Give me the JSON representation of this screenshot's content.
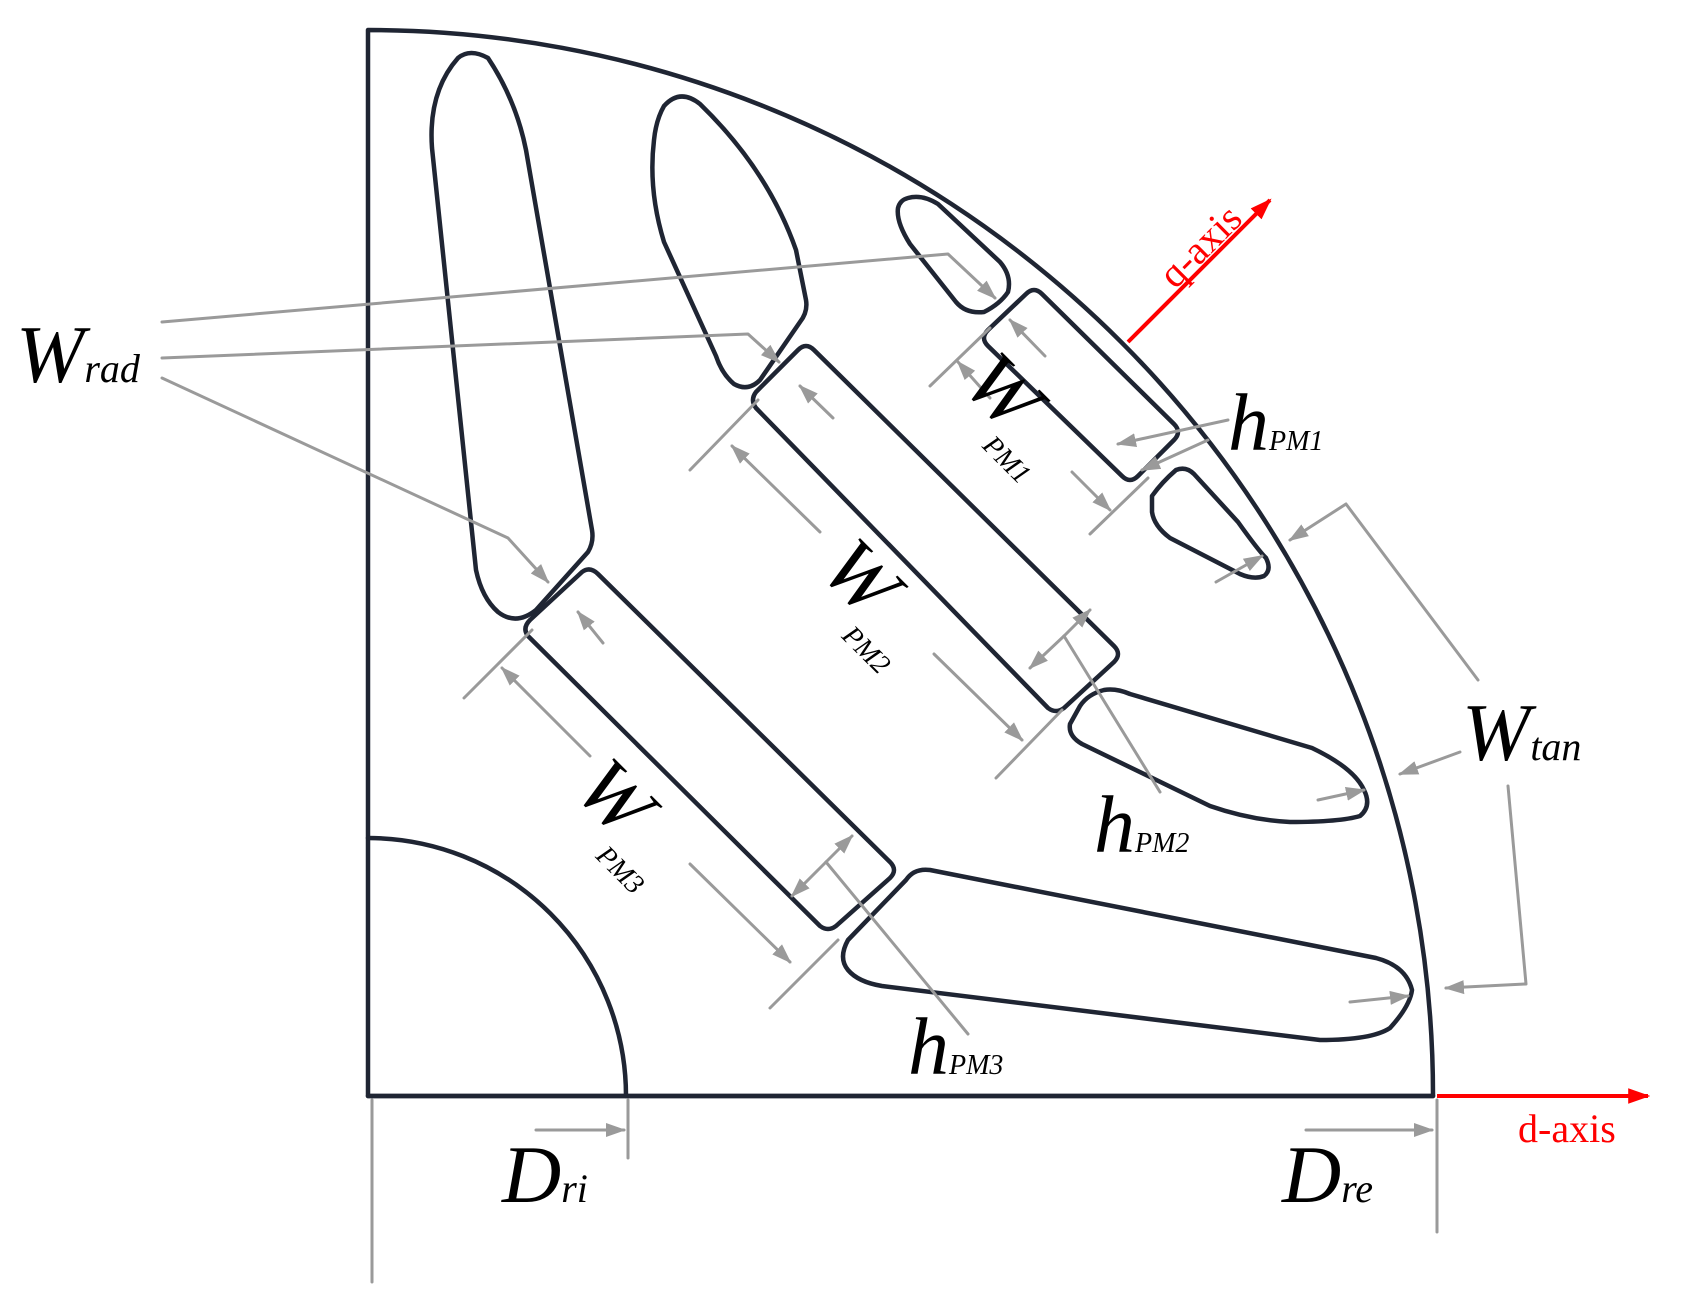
{
  "axes": {
    "q_axis_label": "q-axis",
    "d_axis_label": "d-axis",
    "axis_color": "#ff0000"
  },
  "labels": {
    "w_rad": {
      "main": "W",
      "sub": "rad"
    },
    "w_tan": {
      "main": "W",
      "sub": "tan"
    },
    "w_pm1": {
      "main": "W",
      "sub": "PM1"
    },
    "w_pm2": {
      "main": "W",
      "sub": "PM2"
    },
    "w_pm3": {
      "main": "W",
      "sub": "PM3"
    },
    "h_pm1": {
      "main": "h",
      "sub": "PM1"
    },
    "h_pm2": {
      "main": "h",
      "sub": "PM2"
    },
    "h_pm3": {
      "main": "h",
      "sub": "PM3"
    },
    "d_ri": {
      "main": "D",
      "sub": "ri"
    },
    "d_re": {
      "main": "D",
      "sub": "re"
    }
  },
  "colors": {
    "outline": "#1f2533",
    "dimension": "#9a9a9a"
  }
}
